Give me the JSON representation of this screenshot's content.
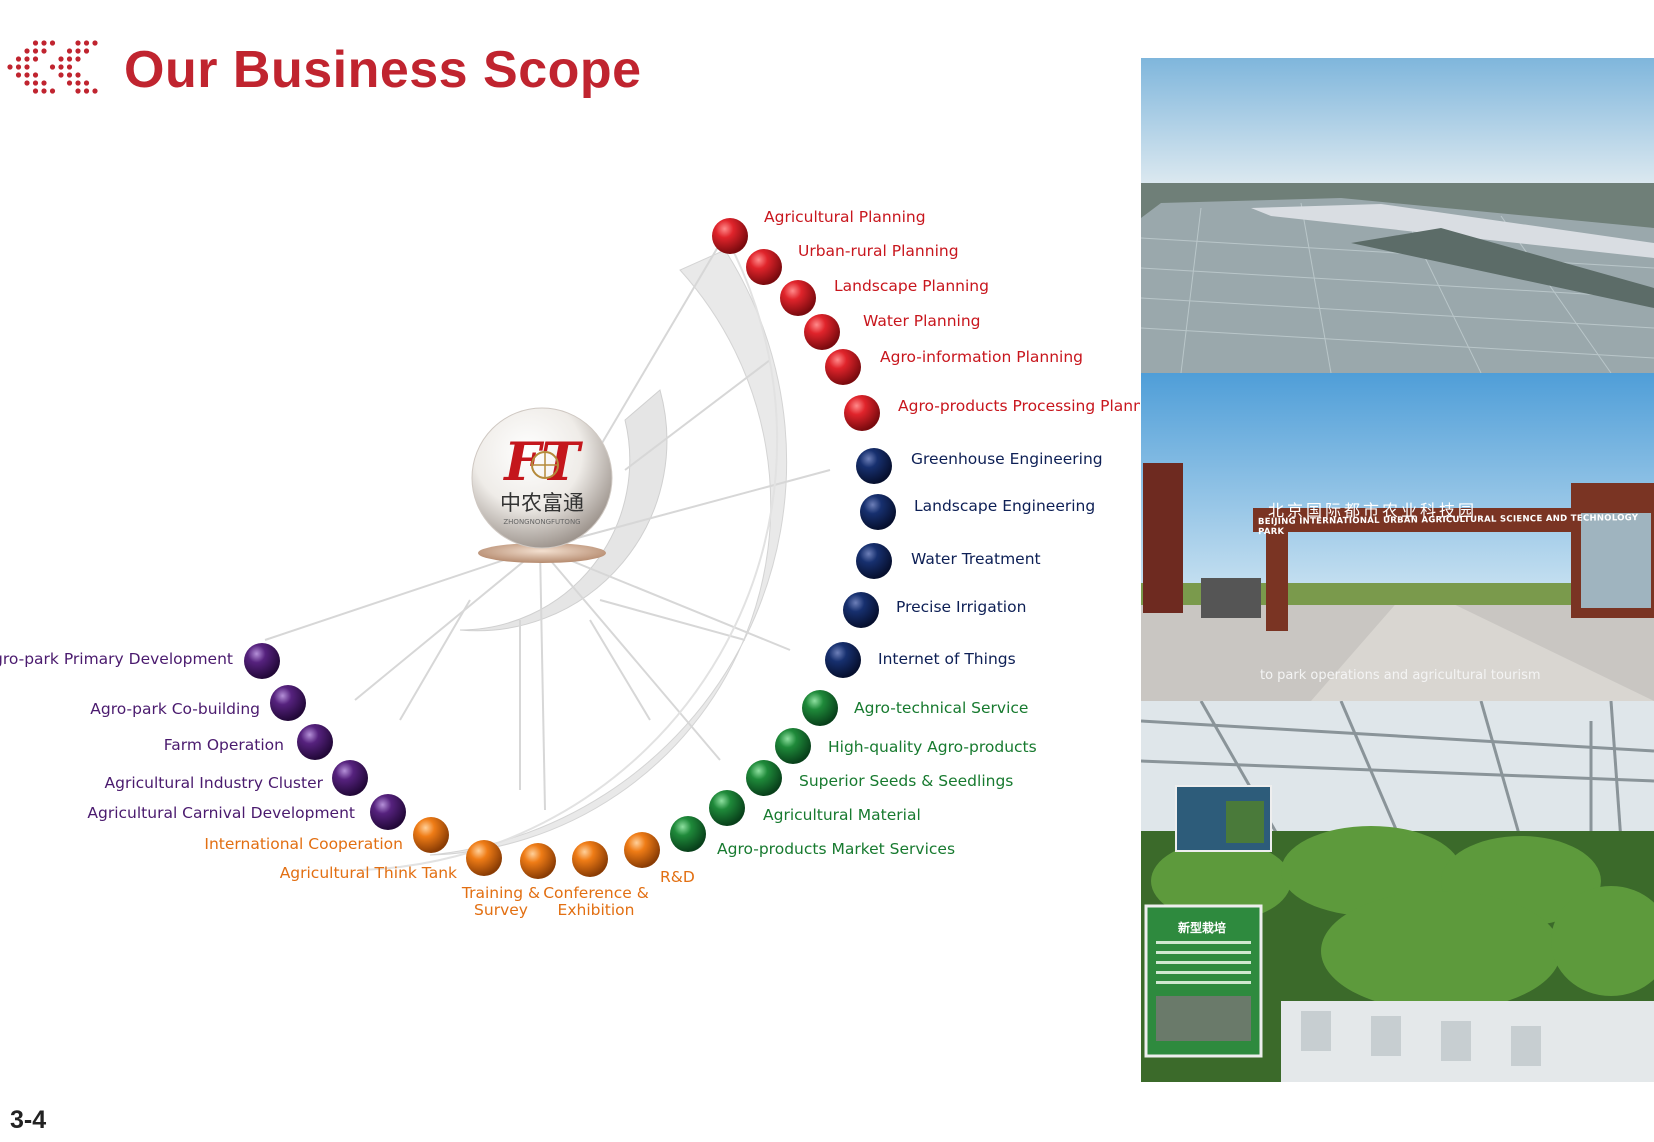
{
  "header": {
    "title": "Our Business Scope"
  },
  "footer": {
    "page_number": "3-4"
  },
  "center_logo": {
    "brand_cn": "中农富通",
    "brand_en": "ZHONGNONGFUTONG",
    "monogram": "FT"
  },
  "colors": {
    "title": "#c0242f",
    "planning": "#c8161d",
    "engineering": "#0d1f55",
    "agro": "#177a2f",
    "exchange": "#e26f12",
    "operation": "#4a1a6e"
  },
  "diagram": {
    "groups": {
      "planning": [
        "Agricultural Planning",
        "Urban-rural Planning",
        "Landscape Planning",
        "Water Planning",
        "Agro-information Planning",
        "Agro-products Processing Planning"
      ],
      "engineering": [
        "Greenhouse Engineering",
        "Landscape Engineering",
        "Water Treatment",
        "Precise Irrigation",
        "Internet of Things"
      ],
      "agro": [
        "Agro-technical Service",
        "High-quality Agro-products",
        "Superior Seeds & Seedlings",
        "Agricultural Material",
        "Agro-products Market Services"
      ],
      "exchange": [
        "R&D",
        "Conference & Exhibition",
        "Training & Survey",
        "Agricultural Think Tank",
        "International Cooperation"
      ],
      "operation": [
        "Agricultural Carnival Development",
        "Agricultural Industry Cluster",
        "Farm Operation",
        "Agro-park Co-building",
        "Agro-park Primary Development"
      ]
    }
  },
  "photos": {
    "park_gate_sign_cn": "北京国际都市农业科技园",
    "park_gate_sign_en": "BEIJING INTERNATIONAL URBAN AGRICULTURAL SCIENCE AND TECHNOLOGY PARK",
    "video_caption": "to park operations and agricultural tourism",
    "board_title": "新型栽培"
  }
}
